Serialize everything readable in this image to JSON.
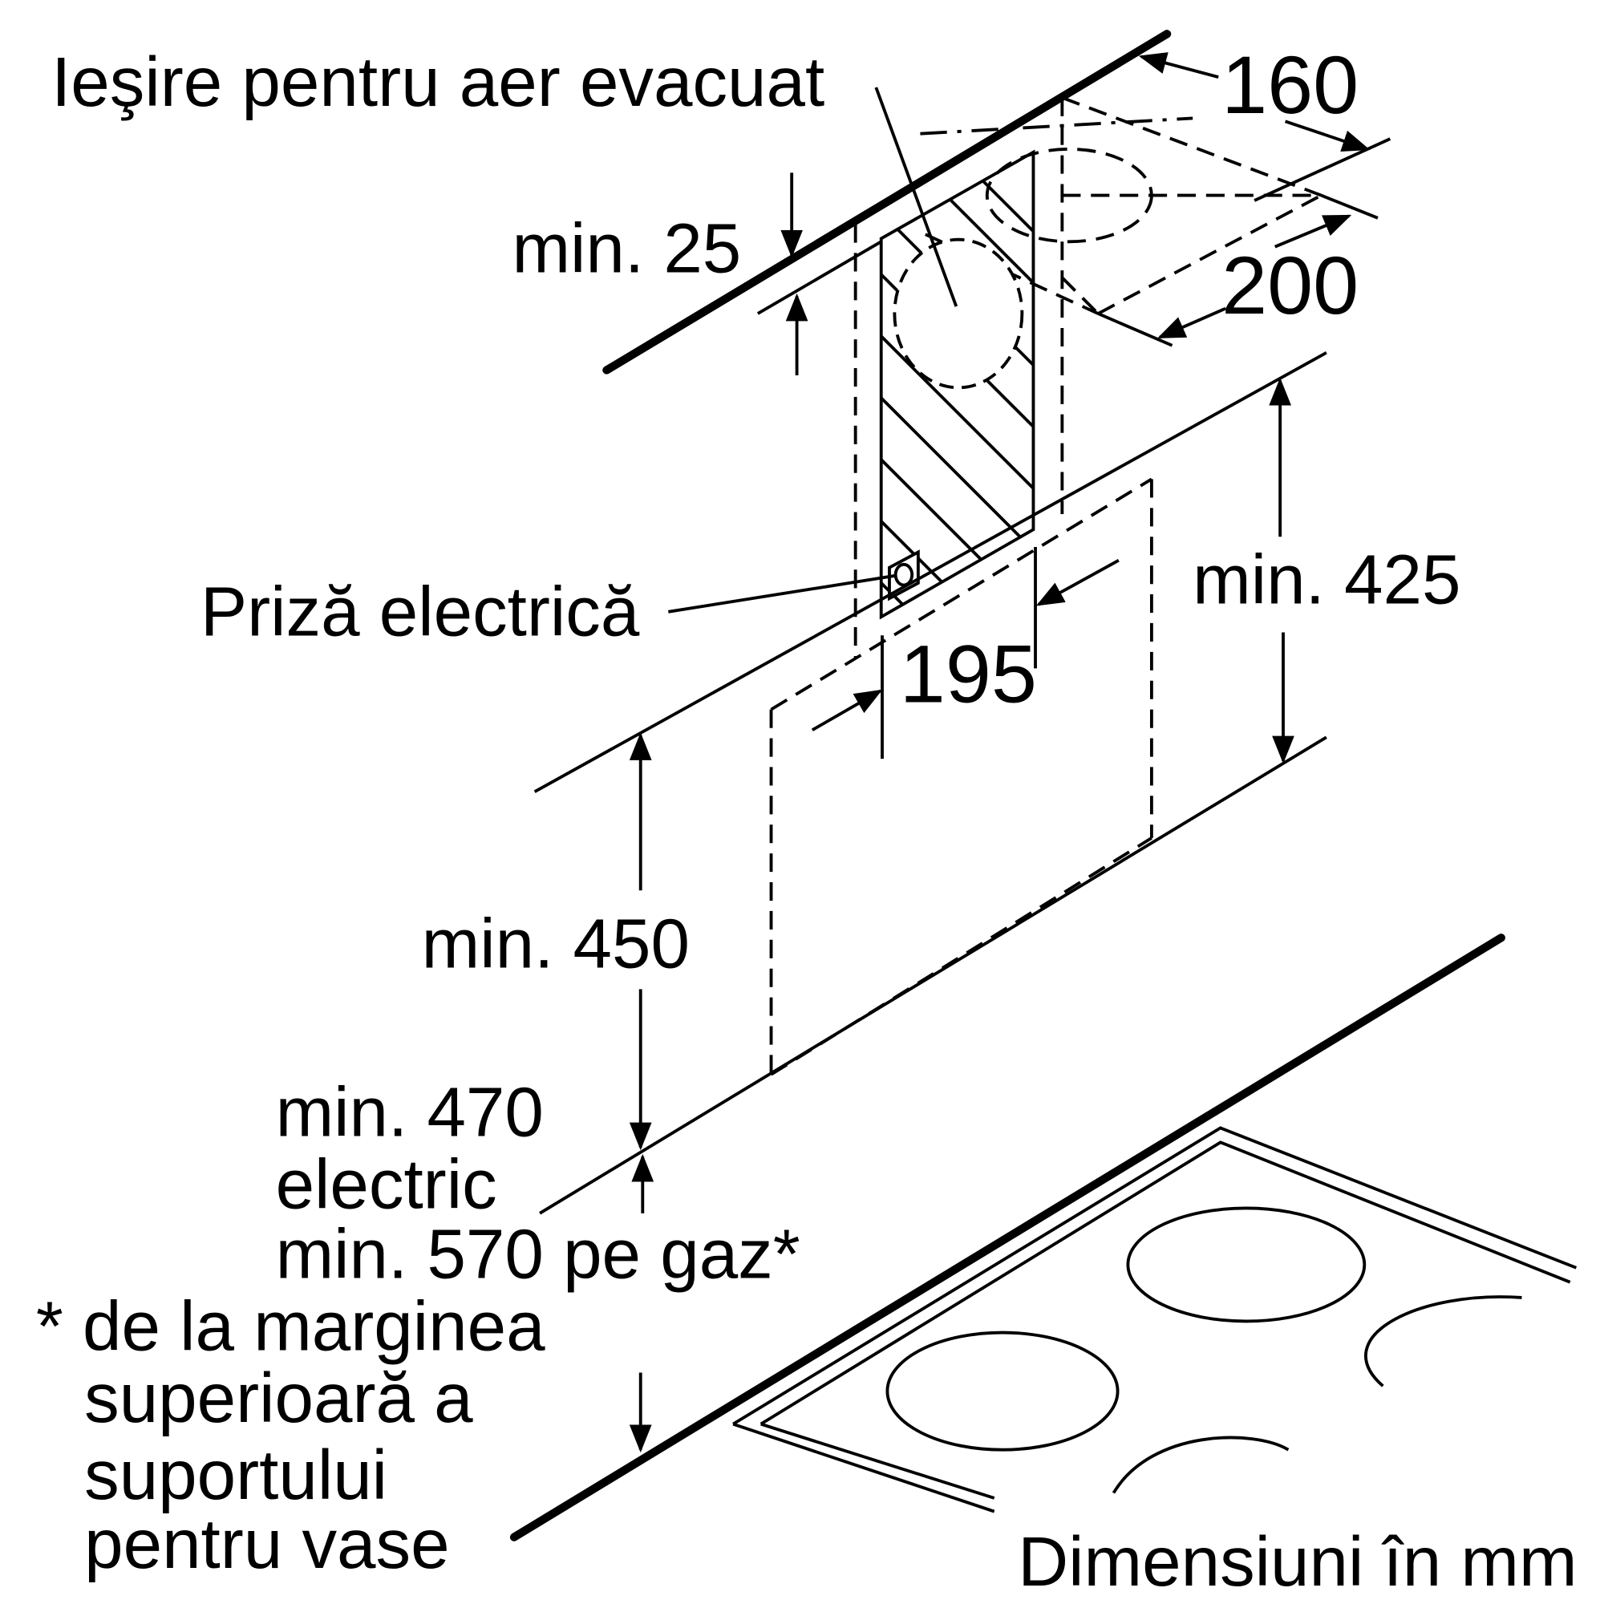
{
  "labels": {
    "exhaust_outlet": "Ieşire pentru aer evacuat",
    "socket": "Priză electrică",
    "units": "Dimensiuni în mm",
    "footnote": [
      "* de la marginea",
      "superioară a",
      "suportului",
      "pentru vase"
    ]
  },
  "dimensions": {
    "d160": "160",
    "d200": "200",
    "min25": "min. 25",
    "min425": "min. 425",
    "d195": "195",
    "min450": "min. 450",
    "min470_lines": [
      "min. 470",
      "electric",
      "min. 570 pe gaz*"
    ]
  }
}
